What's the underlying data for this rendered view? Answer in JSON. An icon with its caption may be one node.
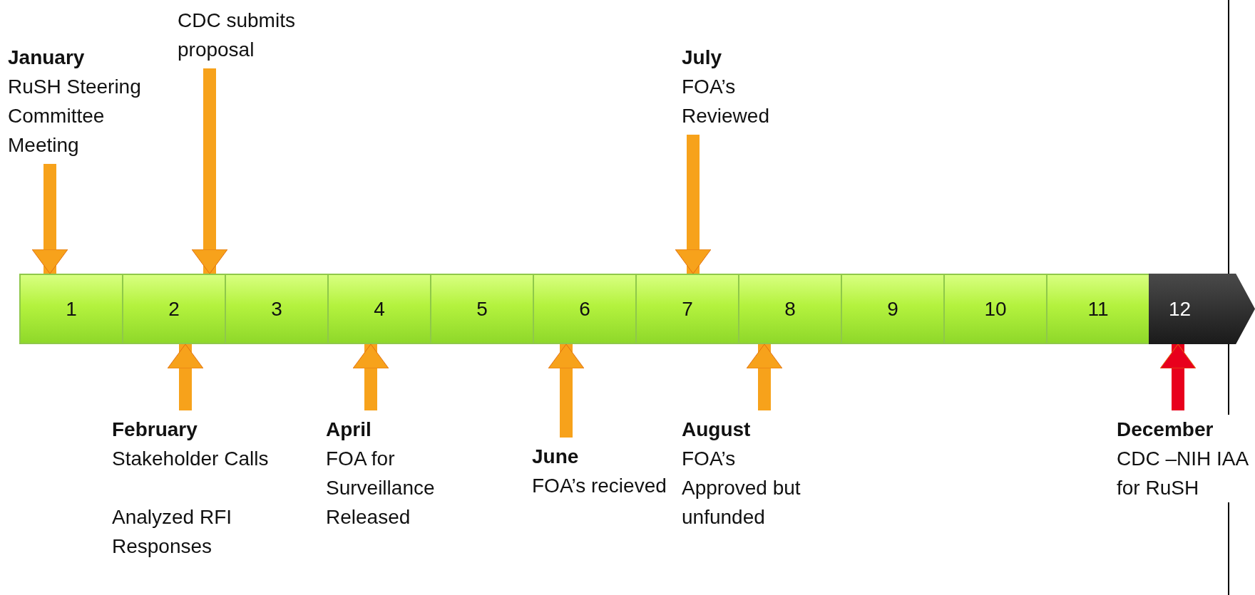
{
  "diagram": {
    "nodes": [
      {
        "text": [
          "January",
          "RuSH Steering Committee Meeting"
        ]
      },
      {
        "text": [
          "CDC submits proposal"
        ]
      },
      {
        "text": [
          "July",
          "FOA’s Reviewed"
        ]
      },
      {
        "text": [
          "1"
        ]
      },
      {
        "text": [
          "2"
        ]
      },
      {
        "text": [
          "3"
        ]
      },
      {
        "text": [
          "4"
        ]
      },
      {
        "text": [
          "5"
        ]
      },
      {
        "text": [
          "6"
        ]
      },
      {
        "text": [
          "7"
        ]
      },
      {
        "text": [
          "8"
        ]
      },
      {
        "text": [
          "9"
        ]
      },
      {
        "text": [
          "10"
        ]
      },
      {
        "text": [
          "11"
        ]
      },
      {
        "text": [
          "12"
        ]
      },
      {
        "text": [
          "February",
          "Stakeholder Calls",
          "Analyzed RFI Responses"
        ]
      },
      {
        "text": [
          "April",
          "FOA for Surveillance Released"
        ]
      },
      {
        "text": [
          "June",
          "FOA’s recieved"
        ]
      },
      {
        "text": [
          "August",
          "FOA’s Approved but unfunded"
        ]
      },
      {
        "text": [
          "December",
          "CDC –NIH IAA for RuSH"
        ]
      }
    ],
    "edges": [
      {
        "from": 0,
        "to": 3,
        "arrow": "to"
      },
      {
        "from": 1,
        "to": 4,
        "arrow": "to"
      },
      {
        "from": 2,
        "to": 9,
        "arrow": "to"
      },
      {
        "from": 15,
        "to": 4,
        "arrow": "to"
      },
      {
        "from": 16,
        "to": 6,
        "arrow": "to"
      },
      {
        "from": 17,
        "to": 8,
        "arrow": "to"
      },
      {
        "from": 18,
        "to": 10,
        "arrow": "to"
      },
      {
        "from": 19,
        "to": 14,
        "arrow": "to",
        "color": "#e8001c"
      }
    ]
  }
}
